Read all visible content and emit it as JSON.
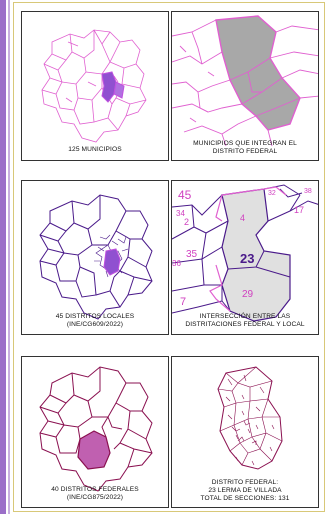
{
  "panels": {
    "p1": {
      "caption": "125 MUNICIPIOS"
    },
    "p2": {
      "caption_line1": "MUNICIPIOS QUE INTEGRAN EL",
      "caption_line2": "DISTRITO FEDERAL"
    },
    "p3": {
      "caption_line1": "45 DISTRITOS LOCALES",
      "caption_line2": "(INE/CG609/2022)"
    },
    "p4": {
      "caption_line1": "INTERSECCIÓN ENTRE LAS",
      "caption_line2": "DISTRITACIONES FEDERAL Y LOCAL",
      "district_labels": [
        "45",
        "34",
        "2",
        "4",
        "17",
        "32",
        "38",
        "35",
        "36",
        "23",
        "29",
        "7"
      ]
    },
    "p5": {
      "caption_line1": "40 DISTRITOS FEDERALES",
      "caption_line2": "(INE/CG875/2022)"
    },
    "p6": {
      "caption_line1": "DISTRITO FEDERAL:",
      "caption_line2": "23 LERMA DE VILLADA",
      "caption_line3": "TOTAL DE SECCIONES: 131"
    }
  },
  "colors": {
    "magenta_lines": "#e060d0",
    "purple_lines": "#4a1a8a",
    "maroon_lines": "#8a1050",
    "highlight_gray": "#a8a8a8",
    "highlight_light_gray": "#e0e0e0",
    "highlight_purple": "#9050d0",
    "highlight_pink": "#c060b0",
    "border": "#333333",
    "side_strip": "#9b6fc8"
  }
}
